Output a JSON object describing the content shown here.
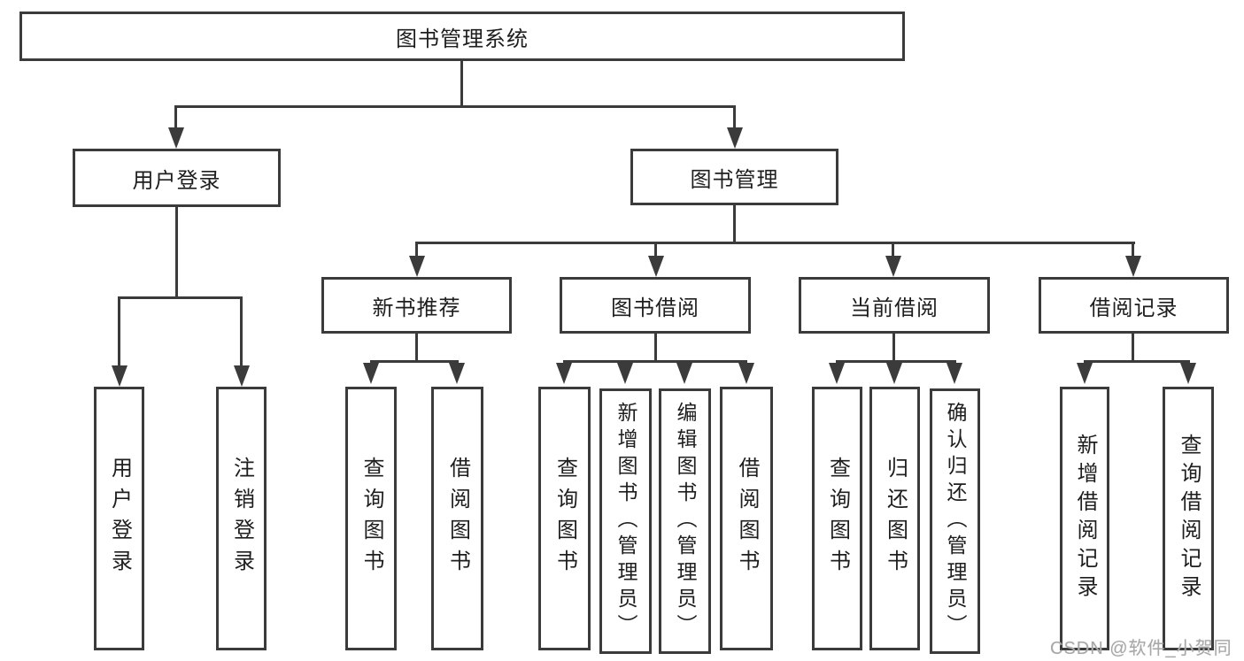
{
  "diagram": {
    "watermark": "CSDN @软件_小贺同学",
    "colors": {
      "line": "#3b3b3b",
      "text": "#1e1e1e",
      "background": "#ffffff",
      "watermark": "#a8a8a8"
    },
    "nodes": {
      "root": "图书管理系统",
      "user_login": "用户登录",
      "book_mgmt": "图书管理",
      "new_rec": "新书推荐",
      "book_borrow": "图书借阅",
      "cur_borrow": "当前借阅",
      "borrow_rec": "借阅记录",
      "leaf_user_login": "用户登录",
      "leaf_logout": "注销登录",
      "leaf_nr_query": "查询图书",
      "leaf_nr_borrow": "借阅图书",
      "leaf_bb_query": "查询图书",
      "leaf_bb_add": "新增图书（管理员）",
      "leaf_bb_edit": "编辑图书（管理员）",
      "leaf_bb_borrow": "借阅图书",
      "leaf_cb_query": "查询图书",
      "leaf_cb_return": "归还图书",
      "leaf_cb_confirm": "确认归还（管理员）",
      "leaf_br_add": "新增借阅记录",
      "leaf_br_query": "查询借阅记录"
    }
  }
}
